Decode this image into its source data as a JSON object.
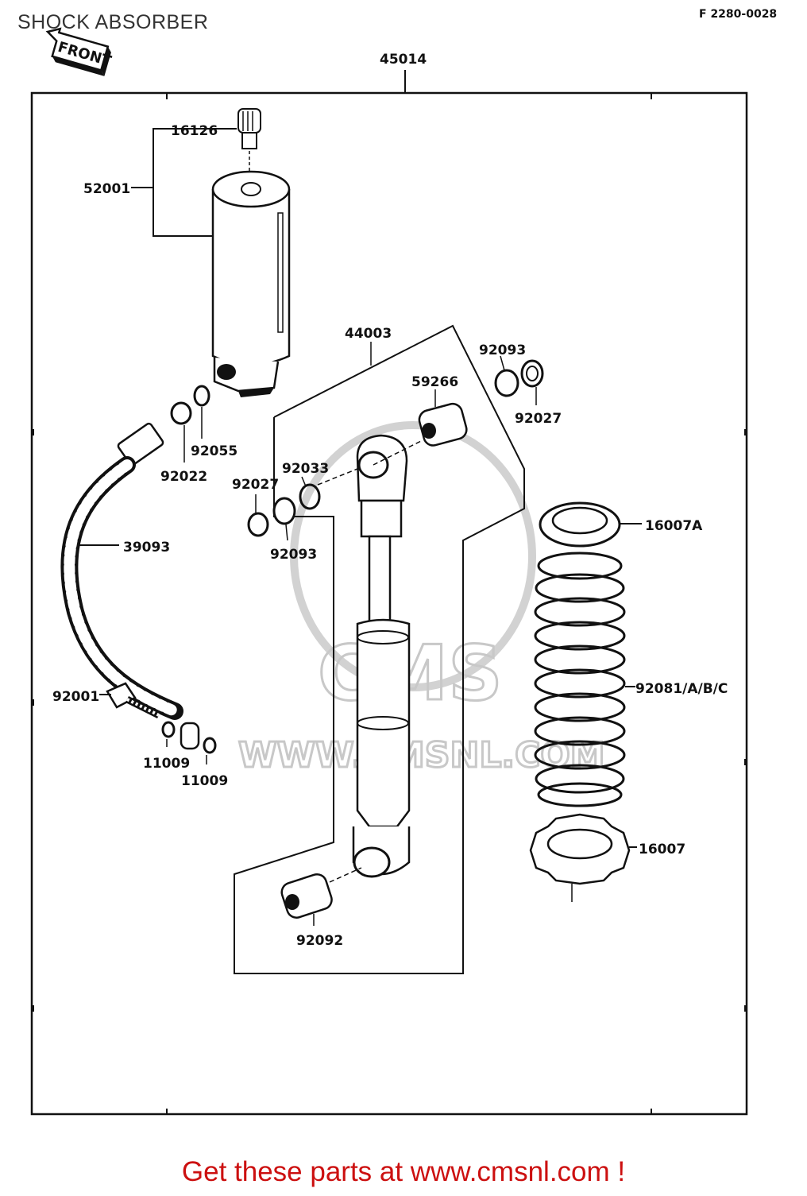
{
  "header": {
    "title": "SHOCK ABSORBER",
    "diagram_id": "F 2280-0028"
  },
  "front_badge": "FRONT",
  "watermark": {
    "brand": "CMS",
    "url": "WWW.CMSNL.COM"
  },
  "parts": {
    "assembly": "45014",
    "cap": "16126",
    "reservoir": "52001",
    "washer_92055": "92055",
    "washer_92022": "92022",
    "hose": "39093",
    "bolt": "92001",
    "gasket_a": "11009",
    "gasket_b": "11009",
    "damper": "44003",
    "collar_top": "59266",
    "seal_92093_right": "92093",
    "bush_92027_right": "92027",
    "ring_92033": "92033",
    "bush_92027_left": "92027",
    "seal_92093_left": "92093",
    "spring_seat_upper": "16007A",
    "spring": "92081/A/B/C",
    "spring_nut": "16007",
    "collar_bottom": "92092"
  },
  "footer": {
    "text": "Get these parts at www.cmsnl.com !"
  }
}
